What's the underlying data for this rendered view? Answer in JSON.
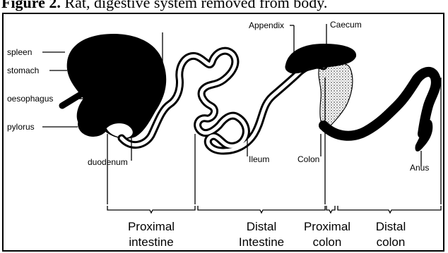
{
  "caption": {
    "figure": "Figure 2.",
    "text": " Rat, digestive system removed from body."
  },
  "labels": {
    "spleen": "spleen",
    "stomach": "stomach",
    "oesophagus": "oesophagus",
    "pylorus": "pylorus",
    "duodenum": "duodenum",
    "appendix": "Appendix",
    "caecum": "Caecum",
    "ileum": "Ileum",
    "colon": "Colon",
    "anus": "Anus"
  },
  "sections": {
    "proximal_intestine": [
      "Proximal",
      "intestine"
    ],
    "distal_intestine": [
      "Distal",
      "Intestine"
    ],
    "proximal_colon": [
      "Proximal",
      "colon"
    ],
    "distal_colon": [
      "Distal",
      "colon"
    ]
  }
}
